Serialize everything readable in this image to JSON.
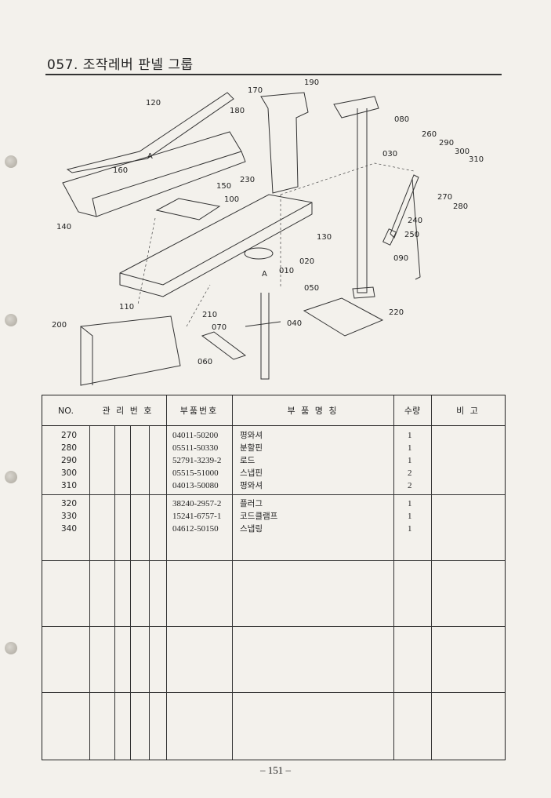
{
  "header": {
    "title": "057. 조작레버 판넬 그룹"
  },
  "diagram": {
    "callouts": [
      "190",
      "170",
      "120",
      "180",
      "080",
      "260",
      "290",
      "300",
      "310",
      "030",
      "A",
      "160",
      "230",
      "150",
      "100",
      "270",
      "280",
      "140",
      "240",
      "250",
      "130",
      "020",
      "090",
      "010",
      "A",
      "050",
      "110",
      "210",
      "220",
      "200",
      "040",
      "070",
      "060"
    ]
  },
  "table": {
    "headers": {
      "no": "NO.",
      "mgmt": "관 리 번 호",
      "part_no": "부품번호",
      "name": "부  품  명  칭",
      "qty": "수량",
      "remark": "비    고"
    },
    "groups": [
      {
        "rows": [
          {
            "no": "270",
            "part_no": "04011-50200",
            "name": "평와셔",
            "qty": "1"
          },
          {
            "no": "280",
            "part_no": "05511-50330",
            "name": "분할핀",
            "qty": "1"
          },
          {
            "no": "290",
            "part_no": "52791-3239-2",
            "name": "로드",
            "qty": "1"
          },
          {
            "no": "300",
            "part_no": "05515-51000",
            "name": "스냅핀",
            "qty": "2"
          },
          {
            "no": "310",
            "part_no": "04013-50080",
            "name": "평와셔",
            "qty": "2"
          }
        ]
      },
      {
        "rows": [
          {
            "no": "320",
            "part_no": "38240-2957-2",
            "name": "플러그",
            "qty": "1"
          },
          {
            "no": "330",
            "part_no": "15241-6757-1",
            "name": "코드클램프",
            "qty": "1"
          },
          {
            "no": "340",
            "part_no": "04612-50150",
            "name": "스냅링",
            "qty": "1"
          }
        ]
      }
    ]
  },
  "footer": {
    "page_number": "– 151 –"
  }
}
